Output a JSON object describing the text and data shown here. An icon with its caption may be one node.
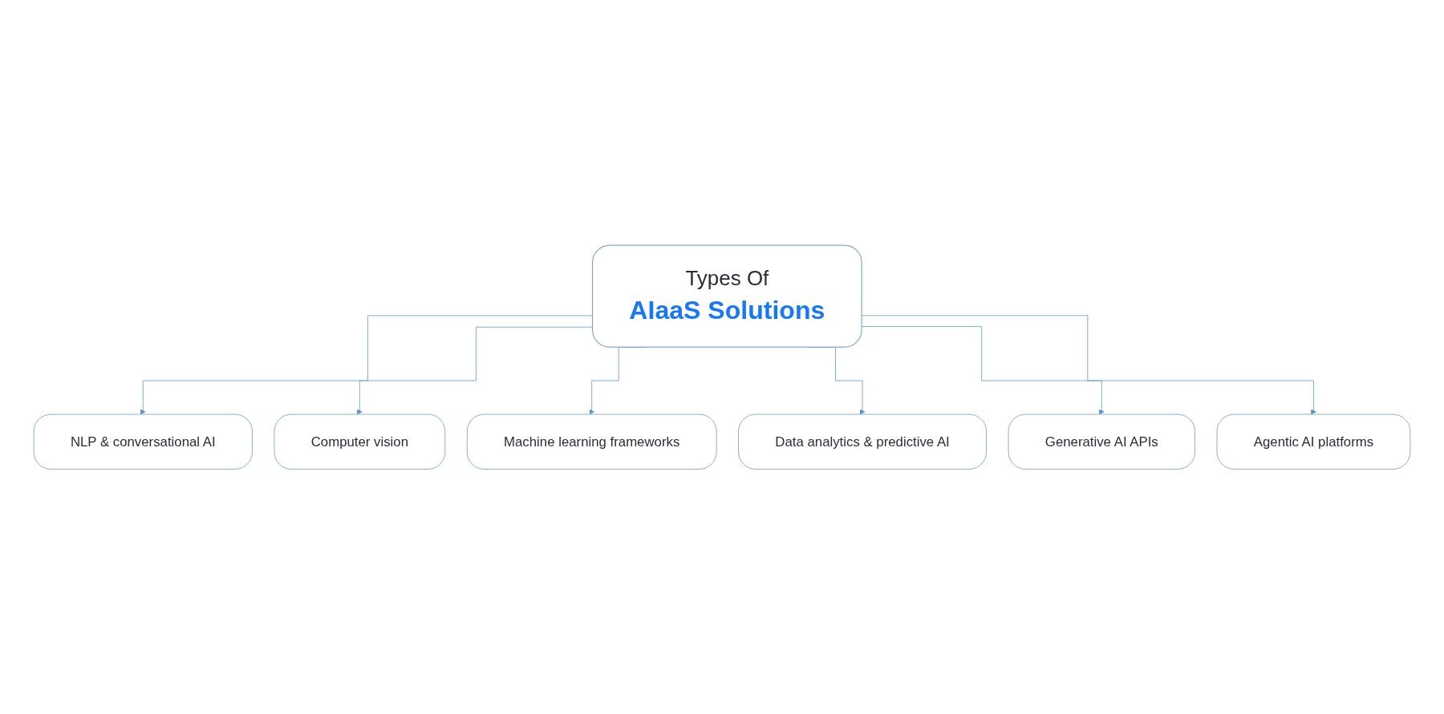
{
  "diagram": {
    "nodes": [
      {
        "text": [
          "Types Of",
          "AIaaS Solutions"
        ]
      },
      {
        "text": [
          "NLP & conversational AI"
        ]
      },
      {
        "text": [
          "Computer vision"
        ]
      },
      {
        "text": [
          "Machine learning frameworks"
        ]
      },
      {
        "text": [
          "Data analytics & predictive AI"
        ]
      },
      {
        "text": [
          "Generative AI APIs"
        ]
      },
      {
        "text": [
          "Agentic AI platforms"
        ]
      }
    ],
    "edges": [
      {
        "from": 0,
        "to": 1,
        "arrow": "to"
      },
      {
        "from": 0,
        "to": 2,
        "arrow": "to"
      },
      {
        "from": 0,
        "to": 3,
        "arrow": "to"
      },
      {
        "from": 0,
        "to": 4,
        "arrow": "to"
      },
      {
        "from": 0,
        "to": 5,
        "arrow": "to"
      },
      {
        "from": 0,
        "to": 6,
        "arrow": "to"
      }
    ]
  }
}
